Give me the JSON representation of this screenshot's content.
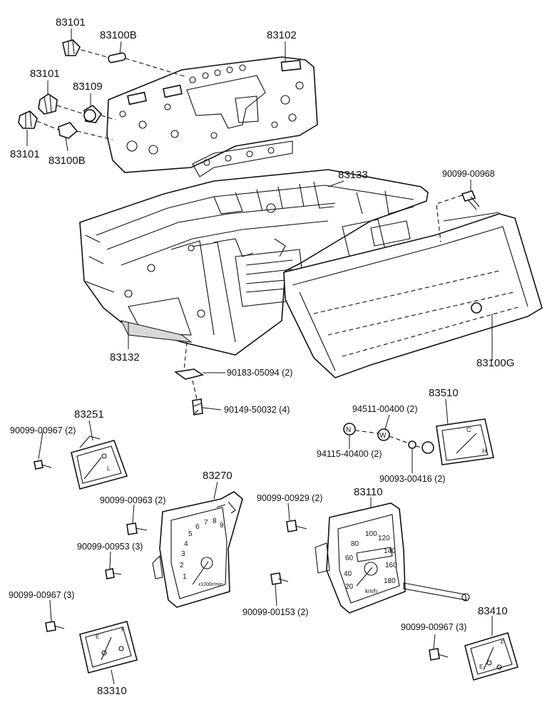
{
  "labels": {
    "p83101_top": "83101",
    "p83100B_top": "83100B",
    "p83102": "83102",
    "p83101_mid": "83101",
    "p83109": "83109",
    "p83101_bot": "83101",
    "p83100B_bot": "83100B",
    "p83133": "83133",
    "p90099_00968": "90099-00968",
    "p83132": "83132",
    "p83100G": "83100G",
    "p90183_05094": "90183-05094 (2)",
    "p90149_50032": "90149-50032 (4)",
    "p83251": "83251",
    "p90099_00967_a": "90099-00967 (2)",
    "p83510": "83510",
    "p94511_00400": "94511-00400 (2)",
    "p94115_40400": "94115-40400 (2)",
    "p90093_00416": "90093-00416 (2)",
    "p83270": "83270",
    "p90099_00963": "90099-00963 (2)",
    "p90099_00929": "90099-00929 (2)",
    "p83110": "83110",
    "p90099_00953": "90099-00953 (3)",
    "p90099_00967_b": "90099-00967 (3)",
    "p90099_00153": "90099-00153 (2)",
    "p83310": "83310",
    "p90099_00967_c": "90099-00967 (3)",
    "p83410": "83410"
  },
  "washer_marks": {
    "n": "N",
    "w": "W"
  },
  "tachometer": {
    "numbers": [
      "1",
      "2",
      "3",
      "4",
      "5",
      "6",
      "7",
      "8",
      "9"
    ],
    "unit": "x1000r/min"
  },
  "speedometer": {
    "numbers": [
      "20",
      "40",
      "60",
      "80",
      "100",
      "120",
      "140",
      "160",
      "180"
    ],
    "unit": "km/h"
  },
  "temp_gauge": {
    "left": "C",
    "right": "H"
  },
  "fuel_gauge": {
    "left": "E",
    "right": "F"
  }
}
